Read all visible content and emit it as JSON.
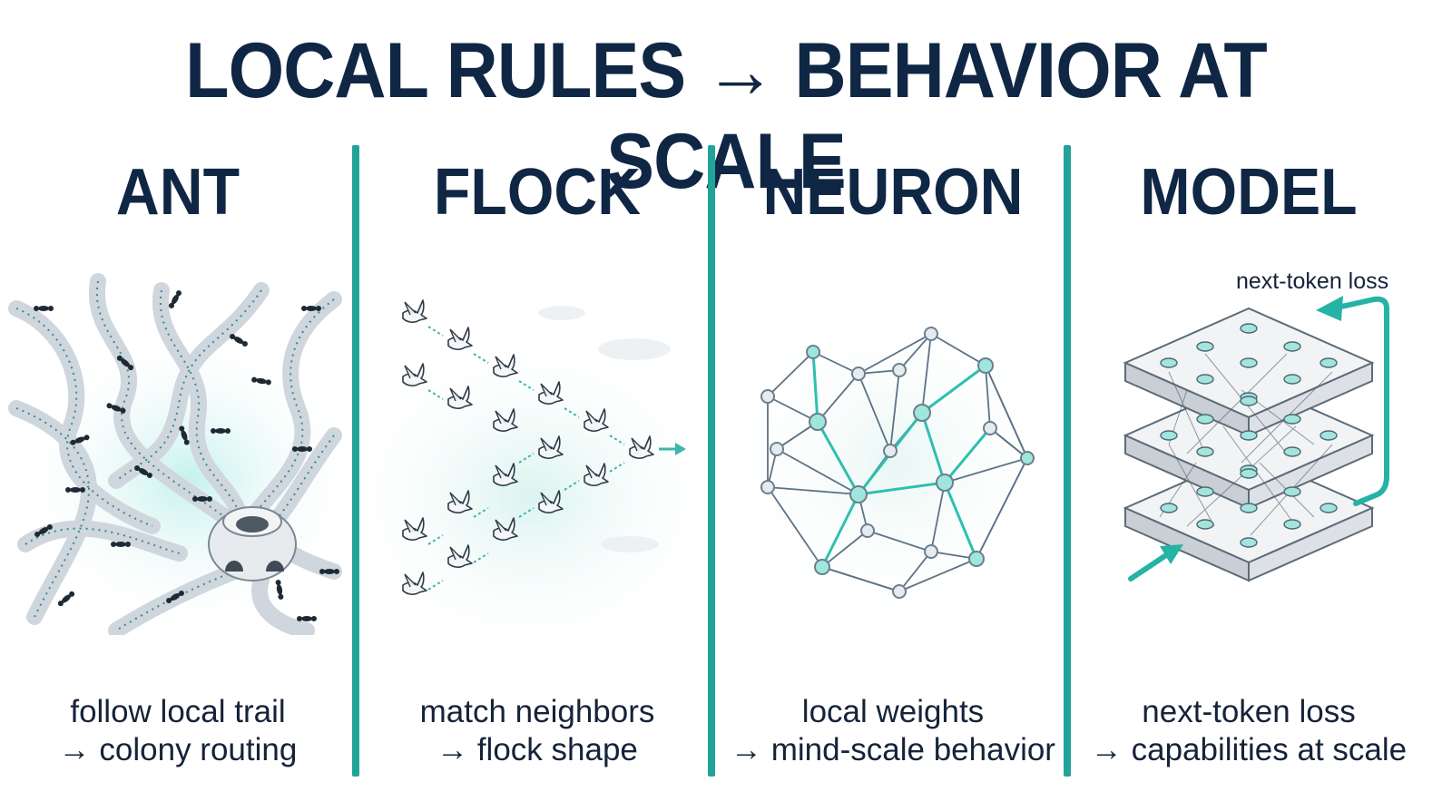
{
  "title": "LOCAL RULES → BEHAVIOR AT SCALE",
  "panels": [
    {
      "heading": "ANT",
      "caption_line1": "follow local trail",
      "caption_line2": "→ colony routing"
    },
    {
      "heading": "FLOCK",
      "caption_line1": "match neighbors",
      "caption_line2": "→ flock shape"
    },
    {
      "heading": "NEURON",
      "caption_line1": "local weights",
      "caption_line2": "→ mind-scale behavior"
    },
    {
      "heading": "MODEL",
      "caption_line1": "next-token loss",
      "caption_line2": "→ capabilities at scale"
    }
  ],
  "model_loop_label": "next-token loss",
  "colors": {
    "accent": "#22a39a",
    "navy": "#0f2744",
    "trail": "#d7dde3",
    "glow": "#c9f1ec"
  },
  "icons": [
    "ant-icon",
    "anthill-icon",
    "bird-icon",
    "cloud-icon",
    "arrow-icon",
    "neural-network-icon",
    "layer-stack-icon",
    "feedback-loop-icon"
  ]
}
